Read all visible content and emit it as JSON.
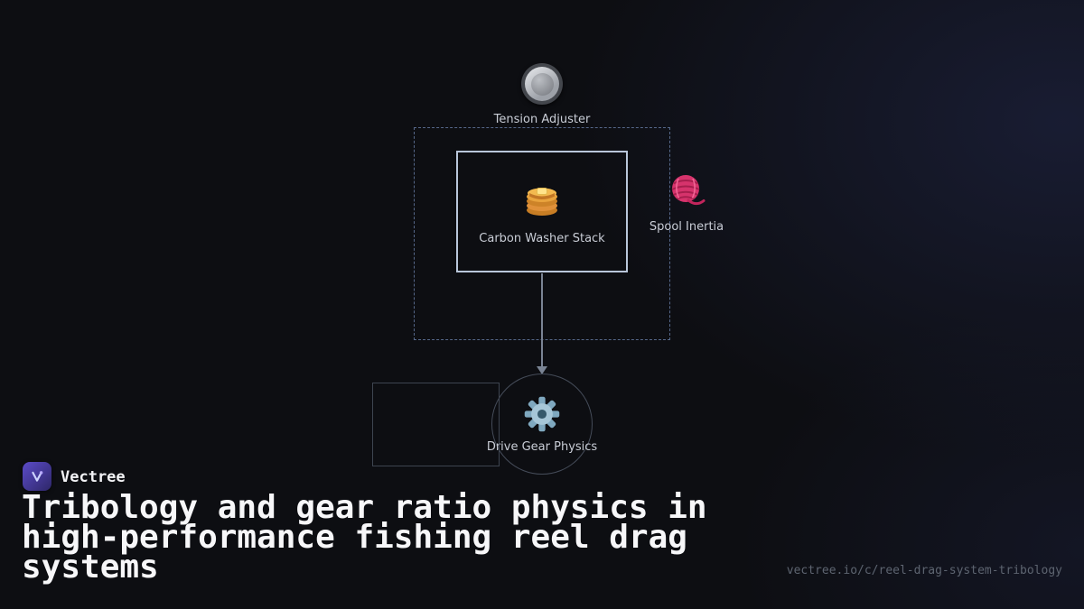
{
  "brand": {
    "name": "Vectree"
  },
  "title": "Tribology and gear ratio physics in high-performance fishing reel drag systems",
  "url": "vectree.io/c/reel-drag-system-tribology",
  "nodes": {
    "tension": {
      "label": "Tension Adjuster",
      "icon": "knob-icon"
    },
    "washer": {
      "label": "Carbon Washer Stack",
      "icon": "pancake-stack-icon"
    },
    "spool": {
      "label": "Spool Inertia",
      "icon": "yarn-ball-icon"
    },
    "gear": {
      "label": "Drive Gear Physics",
      "icon": "gear-icon"
    }
  },
  "colors": {
    "background": "#0d0e12",
    "solid_box_border": "#b9c6da",
    "dashed_box_border": "#56688a",
    "circle_border": "#454c59",
    "arrow": "#7a8494",
    "label_text": "#c9cdd6",
    "title_text": "#f7f7f9",
    "url_text": "#5d6470",
    "logo_gradient_start": "#5b4bc8",
    "logo_gradient_end": "#2e2768"
  }
}
